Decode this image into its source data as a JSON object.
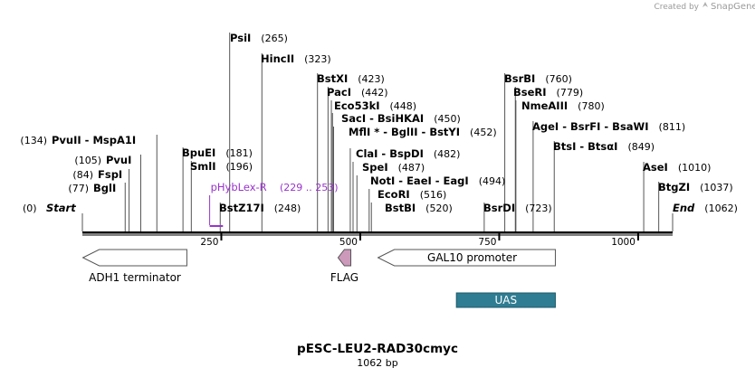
{
  "credit": {
    "created_by": "Created by",
    "brand": "SnapGene"
  },
  "sequence": {
    "name": "pESC-LEU2-RAD30cmyc",
    "length_label": "1062 bp",
    "length": 1062
  },
  "colors": {
    "primer": "#9933cc",
    "feature_fill": "#ffffff",
    "flag_fill": "#cc99bb",
    "uas_fill": "#2e7d92",
    "uas_text": "#ffffff"
  },
  "ticks": [
    {
      "pos": 250,
      "label": "250"
    },
    {
      "pos": 500,
      "label": "500"
    },
    {
      "pos": 750,
      "label": "750"
    },
    {
      "pos": 1000,
      "label": "1000"
    }
  ],
  "sites": [
    {
      "name": "Start",
      "pos_label": "(0)",
      "pos": 0,
      "style": "end-left"
    },
    {
      "name": "BglI",
      "pos_label": "(77)",
      "pos": 77
    },
    {
      "name": "FspI",
      "pos_label": "(84)",
      "pos": 84
    },
    {
      "name": "PvuI",
      "pos_label": "(105)",
      "pos": 105
    },
    {
      "name": "PvuII  - MspA1I",
      "pos_label": "(134)",
      "pos": 134
    },
    {
      "name": "SmlI",
      "pos_label": "(196)",
      "pos": 196
    },
    {
      "name": "BpuEI",
      "pos_label": "(181)",
      "pos": 181
    },
    {
      "name": "BstZ17I",
      "pos_label": "(248)",
      "pos": 248
    },
    {
      "name": "PsiI",
      "pos_label": "(265)",
      "pos": 265
    },
    {
      "name": "HincII",
      "pos_label": "(323)",
      "pos": 323
    },
    {
      "name": "BstXI",
      "pos_label": "(423)",
      "pos": 423
    },
    {
      "name": "PacI",
      "pos_label": "(442)",
      "pos": 442
    },
    {
      "name": "Eco53kI",
      "pos_label": "(448)",
      "pos": 448
    },
    {
      "name": "SacI  - BsiHKAI",
      "pos_label": "(450)",
      "pos": 450
    },
    {
      "name": "MflI * - BglII  - BstYI",
      "pos_label": "(452)",
      "pos": 452
    },
    {
      "name": "ClaI  - BspDI",
      "pos_label": "(482)",
      "pos": 482
    },
    {
      "name": "SpeI",
      "pos_label": "(487)",
      "pos": 487
    },
    {
      "name": "NotI  - EaeI  - EagI",
      "pos_label": "(494)",
      "pos": 494
    },
    {
      "name": "EcoRI",
      "pos_label": "(516)",
      "pos": 516
    },
    {
      "name": "BstBI",
      "pos_label": "(520)",
      "pos": 520
    },
    {
      "name": "BsrDI",
      "pos_label": "(723)",
      "pos": 723
    },
    {
      "name": "BsrBI",
      "pos_label": "(760)",
      "pos": 760
    },
    {
      "name": "BseRI",
      "pos_label": "(779)",
      "pos": 779
    },
    {
      "name": "NmeAIII",
      "pos_label": "(780)",
      "pos": 780
    },
    {
      "name": "AgeI  - BsrFI  - BsaWI",
      "pos_label": "(811)",
      "pos": 811
    },
    {
      "name": "BtsI  - BtsαI",
      "pos_label": "(849)",
      "pos": 849
    },
    {
      "name": "AseI",
      "pos_label": "(1010)",
      "pos": 1010
    },
    {
      "name": "BtgZI",
      "pos_label": "(1037)",
      "pos": 1037
    },
    {
      "name": "End",
      "pos_label": "(1062)",
      "pos": 1062,
      "style": "end-right"
    }
  ],
  "primer": {
    "name": "pHybLex-R",
    "range_label": "(229 .. 253)",
    "start": 229,
    "end": 253
  },
  "features": [
    {
      "name": "ADH1 terminator",
      "start": 1,
      "end": 188,
      "direction": "reverse",
      "color": "#ffffff",
      "label_below": true
    },
    {
      "name": "FLAG",
      "start": 460,
      "end": 483,
      "direction": "reverse",
      "color": "#cc99bb",
      "label_below": true
    },
    {
      "name": "GAL10 promoter",
      "start": 532,
      "end": 851,
      "direction": "reverse",
      "color": "#ffffff",
      "label_below": false
    },
    {
      "name": "UAS",
      "start": 673,
      "end": 851,
      "direction": "none",
      "color": "#2e7d92",
      "label_below": false
    }
  ]
}
